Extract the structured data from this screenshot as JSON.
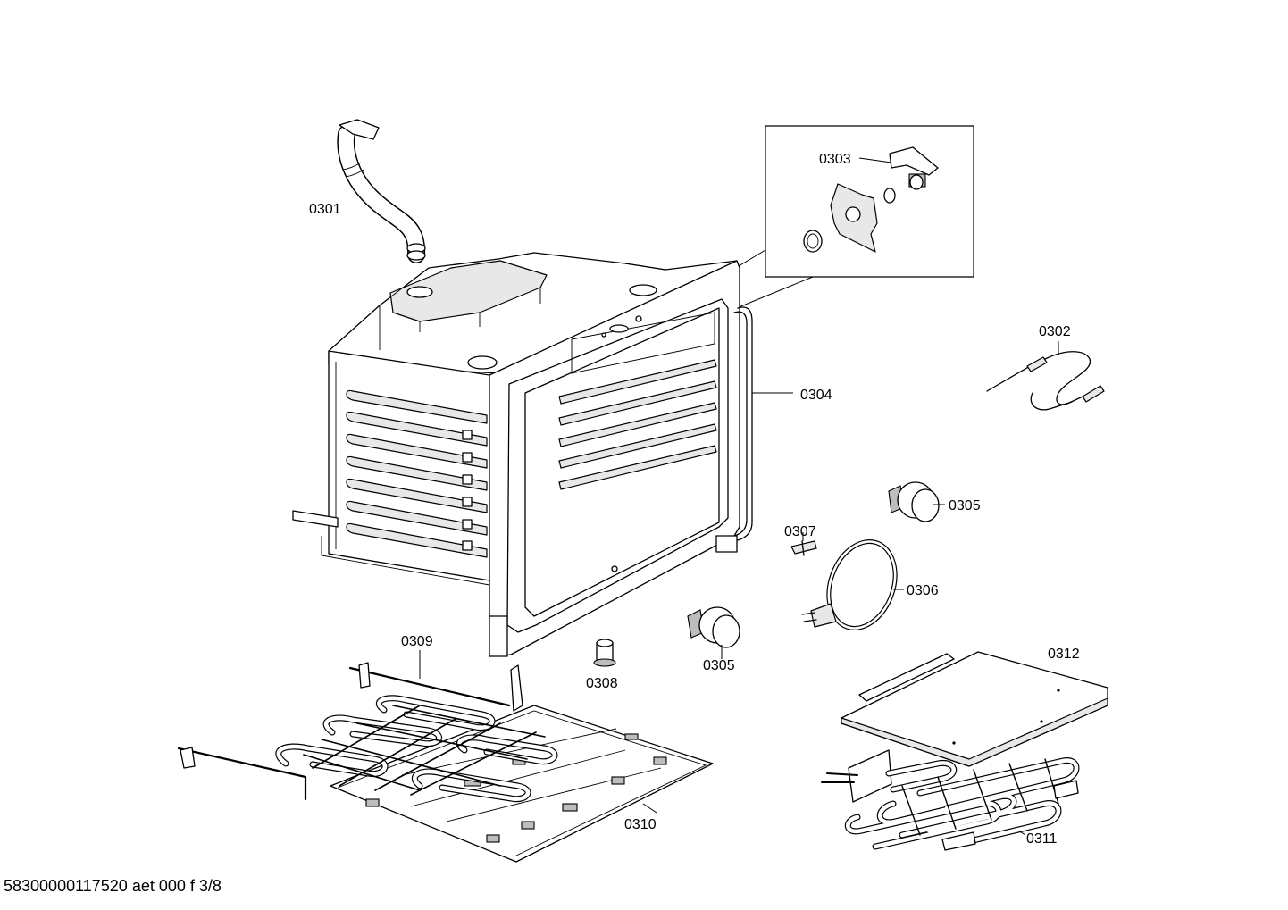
{
  "parts": {
    "p0301": "0301",
    "p0302": "0302",
    "p0303": "0303",
    "p0304": "0304",
    "p0305a": "0305",
    "p0305b": "0305",
    "p0306": "0306",
    "p0307": "0307",
    "p0308": "0308",
    "p0309": "0309",
    "p0310": "0310",
    "p0311": "0311",
    "p0312": "0312"
  },
  "footer_text": "58300000117520 aet 000 f 3/8",
  "colors": {
    "line": "#000000",
    "background": "#ffffff",
    "fill_light": "#e8e8e8",
    "fill_dark": "#bdbdbd"
  }
}
